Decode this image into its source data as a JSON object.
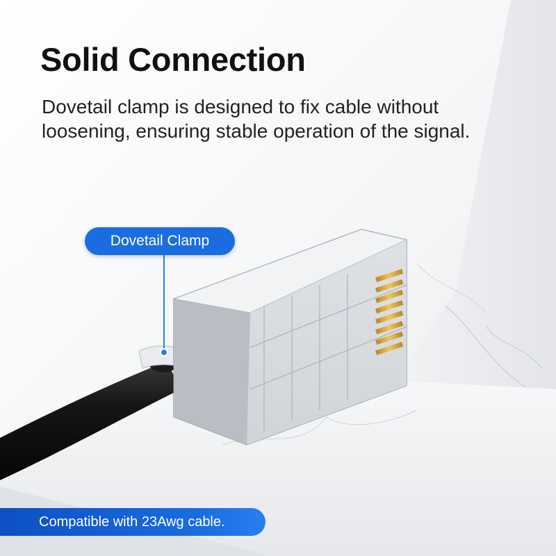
{
  "headline": "Solid Connection",
  "description": {
    "line1": "Dovetail clamp is designed to fix cable without",
    "line2": "loosening, ensuring stable operation of the signal."
  },
  "callout": {
    "label": "Dovetail Clamp"
  },
  "banner": {
    "label": "Compatible with 23Awg cable."
  },
  "colors": {
    "accent_blue": "#1a6de0",
    "cable_black": "#141414",
    "gold_contacts": "#d8a93a",
    "marble_white": "#eef0f2"
  }
}
